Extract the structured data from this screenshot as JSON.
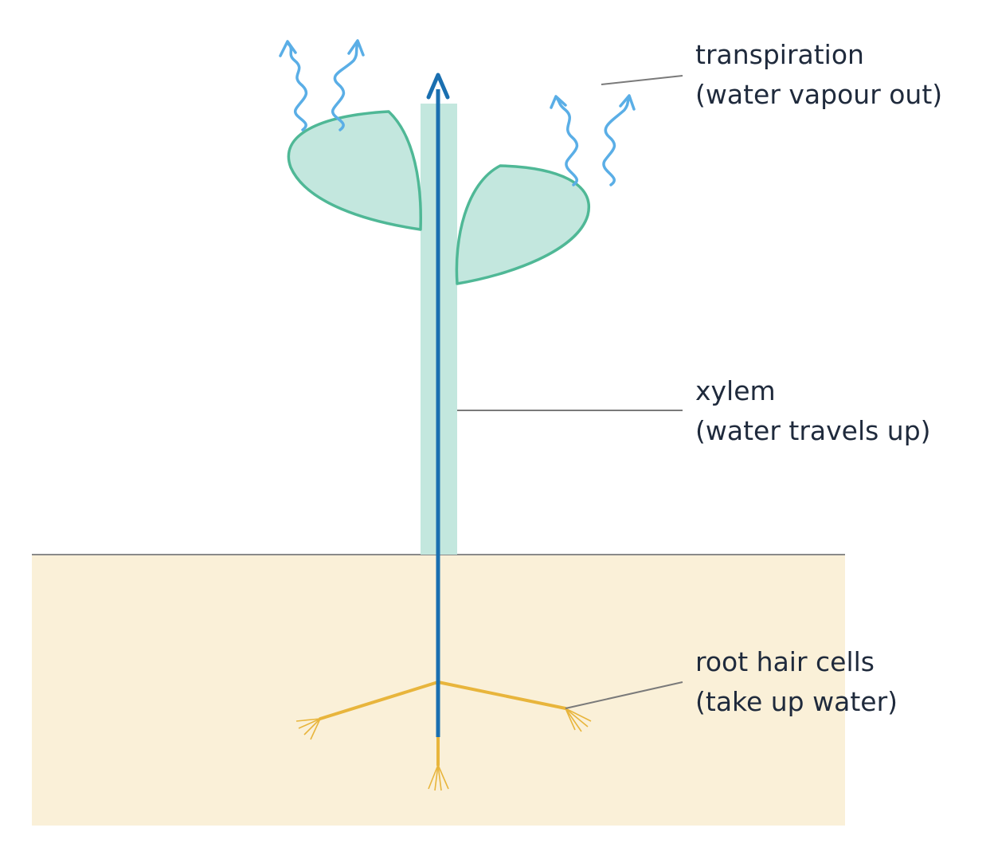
{
  "diagram": {
    "colors": {
      "soil_fill": "#faf0d8",
      "ground_line": "#8a8a8a",
      "stem_fill": "#c3e7de",
      "leaf_fill": "#c3e7de",
      "leaf_stroke": "#4fb896",
      "water_arrow": "#1a6fb0",
      "vapour": "#5aaee6",
      "roots": "#e8b53c",
      "leader_line": "#7a7a7a",
      "text": "#1f2a3c"
    },
    "labels": {
      "transpiration": {
        "line1": "transpiration",
        "line2": "(water vapour out)"
      },
      "xylem": {
        "line1": "xylem",
        "line2": "(water travels up)"
      },
      "root_hair": {
        "line1": "root hair cells",
        "line2": "(take up water)"
      }
    }
  }
}
